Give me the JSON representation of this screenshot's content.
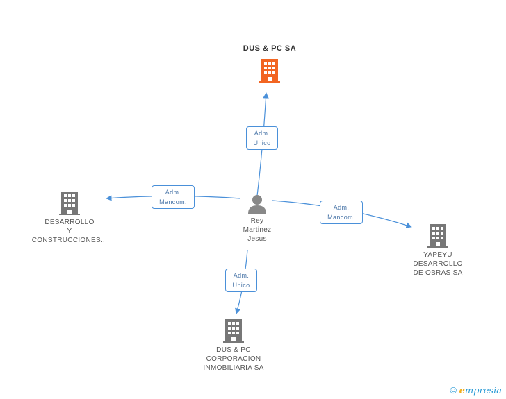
{
  "colors": {
    "edge": "#4a90d9",
    "company": "#777777",
    "company_main": "#f26522",
    "person": "#888888"
  },
  "nodes": {
    "main": {
      "name": "DUS & PC SA",
      "icon": "building-icon"
    },
    "left": {
      "line1": "DESARROLLO",
      "line2": "Y",
      "line3": "CONSTRUCCIONES...",
      "icon": "building-icon"
    },
    "right": {
      "line1": "YAPEYU",
      "line2": "DESARROLLO",
      "line3": "DE OBRAS SA",
      "icon": "building-icon"
    },
    "bottom": {
      "line1": "DUS & PC",
      "line2": "CORPORACION",
      "line3": "INMOBILIARIA SA",
      "icon": "building-icon"
    },
    "person": {
      "line1": "Rey",
      "line2": "Martinez",
      "line3": "Jesus",
      "icon": "person-icon"
    }
  },
  "edges": {
    "top": {
      "line1": "Adm.",
      "line2": "Unico"
    },
    "left": {
      "line1": "Adm.",
      "line2": "Mancom."
    },
    "right": {
      "line1": "Adm.",
      "line2": "Mancom."
    },
    "bottom": {
      "line1": "Adm.",
      "line2": "Unico"
    }
  },
  "footer": {
    "copyright": "©",
    "brand_first": "e",
    "brand_rest": "mpresia"
  }
}
